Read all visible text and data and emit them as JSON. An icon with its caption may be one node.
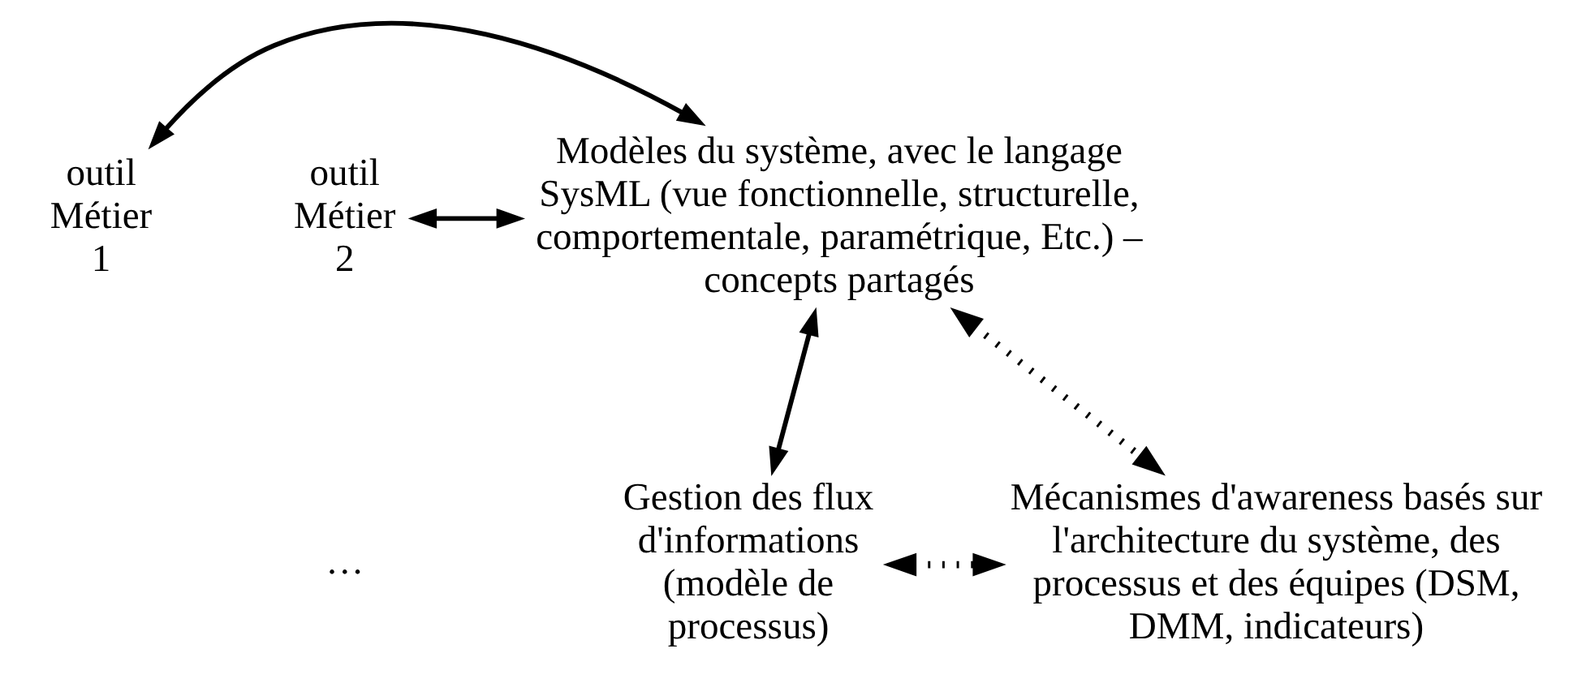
{
  "diagram": {
    "nodes": [
      {
        "text": [
          "outil Métier 1"
        ]
      },
      {
        "text": [
          "outil Métier 2"
        ]
      },
      {
        "text": [
          "Modèles du système, avec le langage SysML (vue fonctionnelle, structurelle, comportementale, paramétrique, Etc.) – concepts partagés"
        ]
      },
      {
        "text": [
          "Gestion des flux d'informations (modèle de processus)"
        ]
      },
      {
        "text": [
          "Mécanismes d'awareness basés sur l'architecture du système, des processus et des équipes (DSM, DMM, indicateurs)"
        ]
      }
    ],
    "edges": [
      {
        "from": 0,
        "to": 2,
        "arrow": "both"
      },
      {
        "from": 1,
        "to": 2,
        "arrow": "both"
      },
      {
        "from": 3,
        "to": 2,
        "arrow": "both"
      },
      {
        "from": 2,
        "to": 4,
        "arrow": "both",
        "style": "dashed"
      },
      {
        "from": 3,
        "to": 4,
        "arrow": "both",
        "style": "dashed"
      }
    ],
    "labels": [
      "…"
    ]
  }
}
